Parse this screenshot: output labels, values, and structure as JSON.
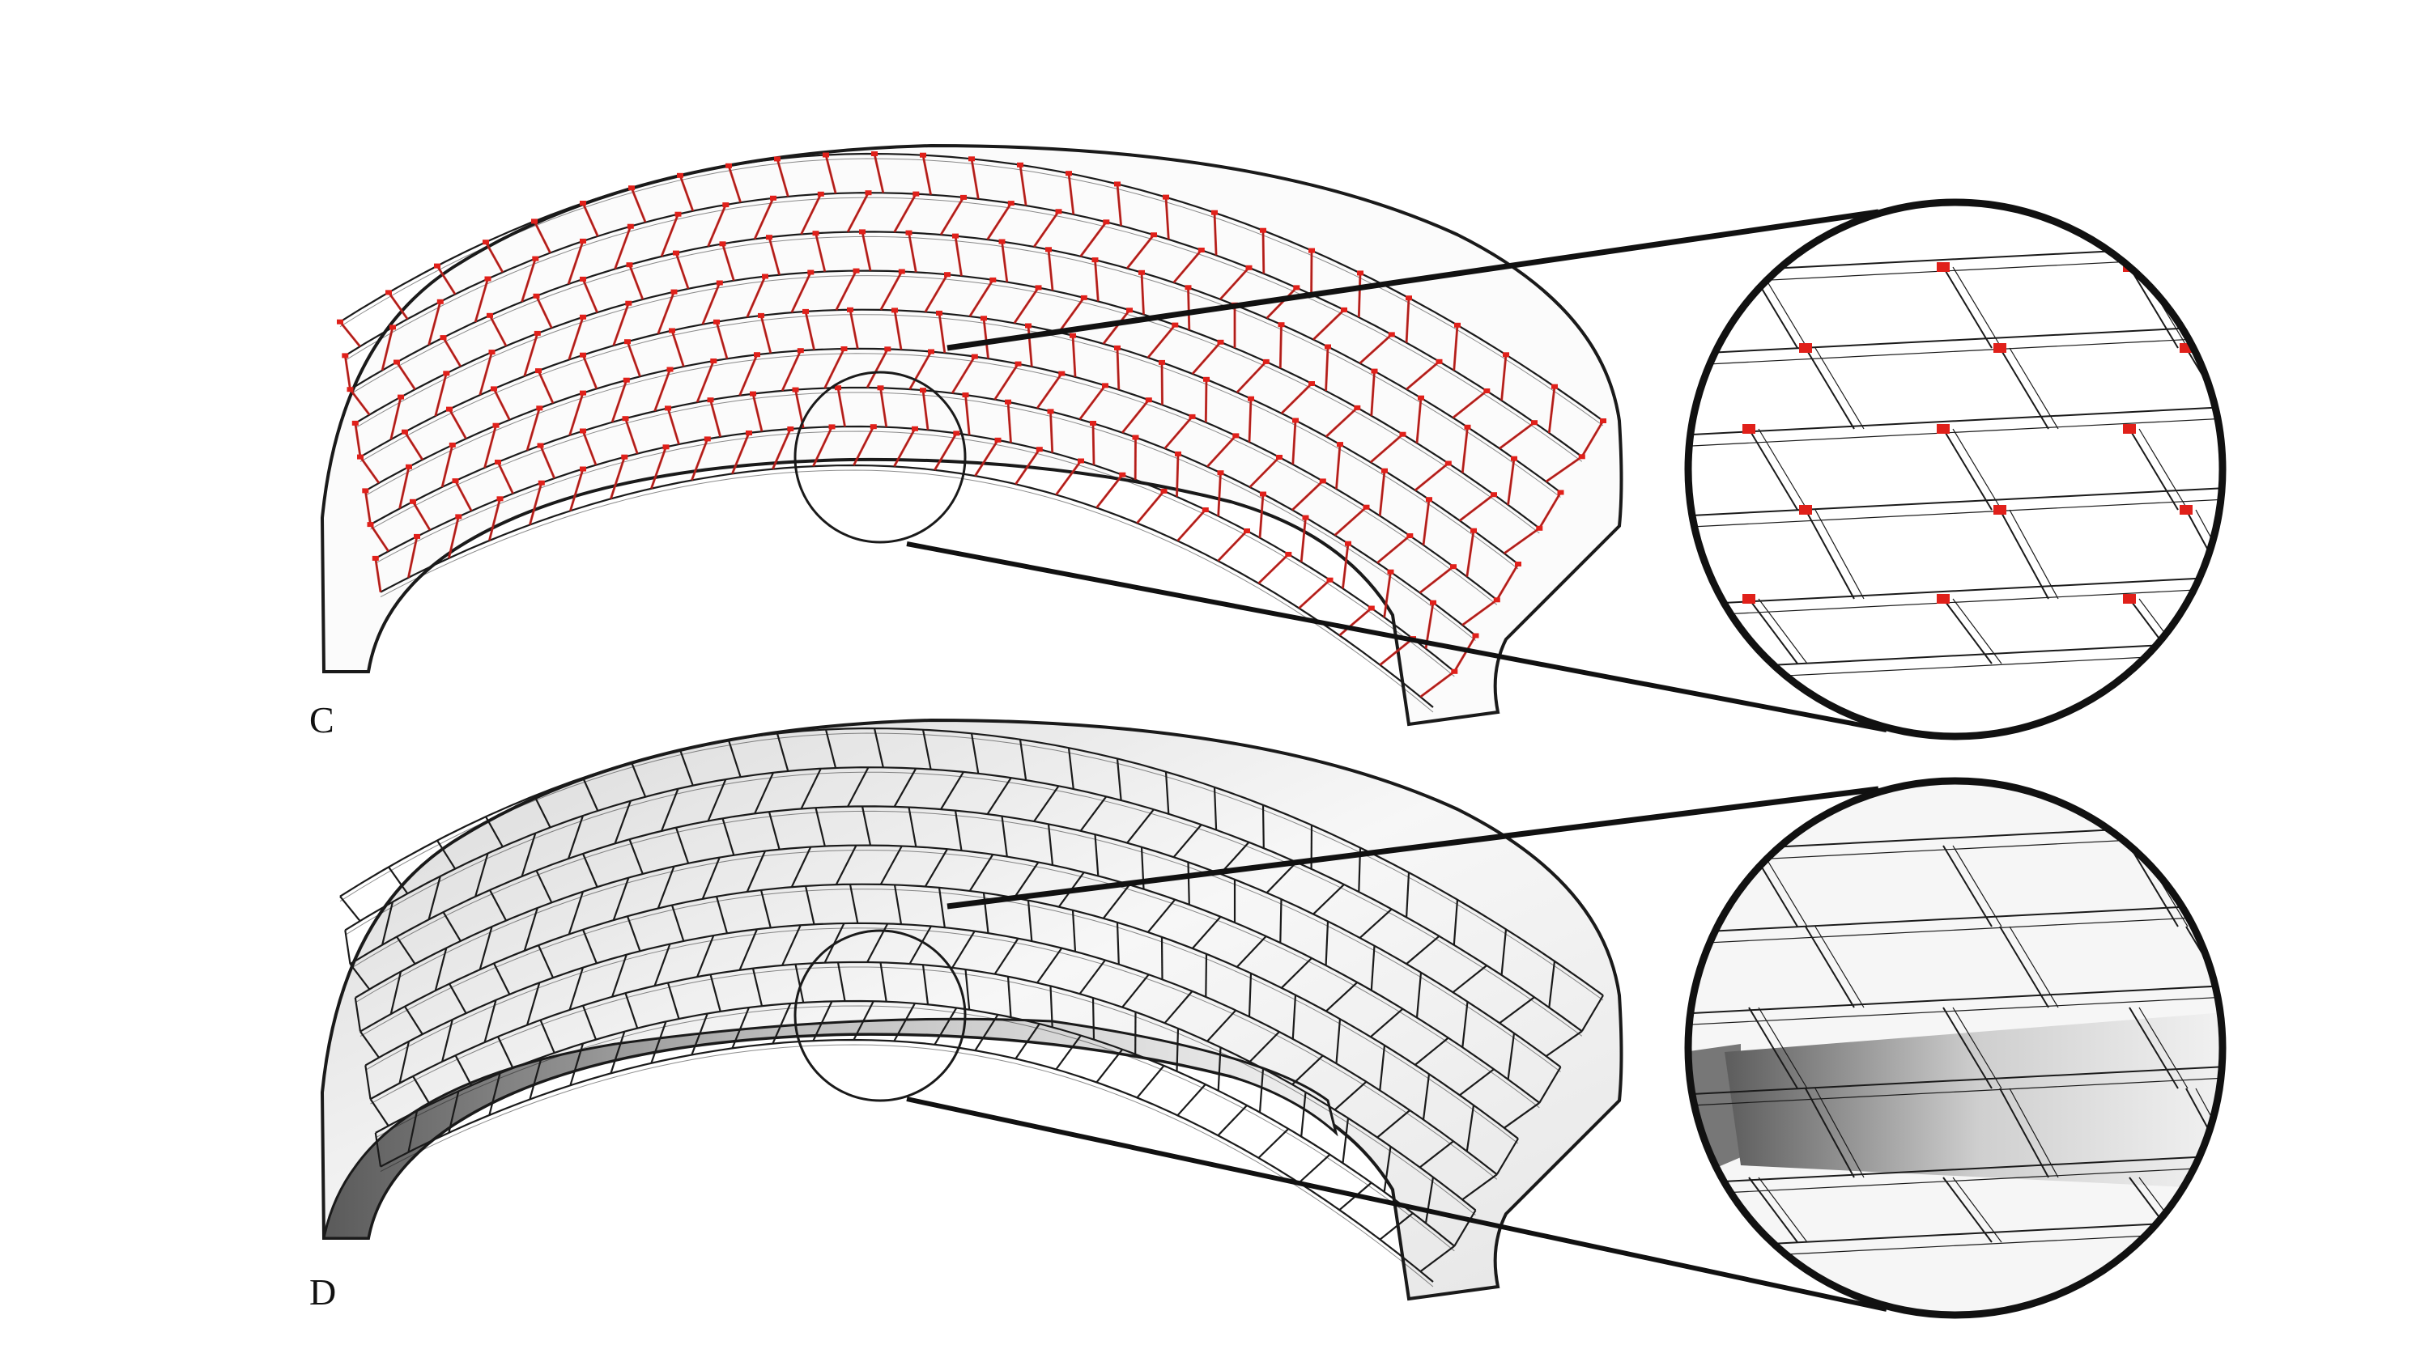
{
  "panels": [
    {
      "id": "C",
      "label": "C",
      "style": "wireframe-with-connectors"
    },
    {
      "id": "D",
      "label": "D",
      "style": "shaded-panels"
    }
  ],
  "colors": {
    "line": "#1a1a1a",
    "connector": "#e0201a",
    "fill_light": "#f4f4f4",
    "fill_dark": "#6a6a6a",
    "background": "#ffffff"
  }
}
